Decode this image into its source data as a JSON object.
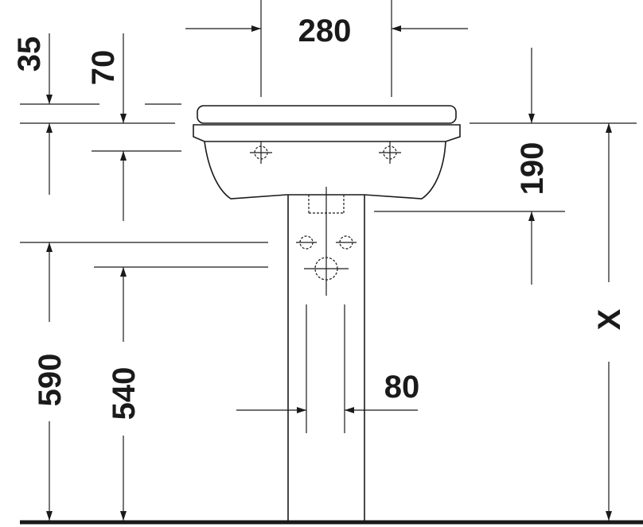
{
  "drawing": {
    "dimensions": {
      "basin_width": "280",
      "rim_offset": "35",
      "overflow_offset": "70",
      "basin_depth": "190",
      "height_590": "590",
      "height_540": "540",
      "pedestal_width": "80",
      "install_height": "X"
    },
    "line_color": "#1a1a1a"
  }
}
